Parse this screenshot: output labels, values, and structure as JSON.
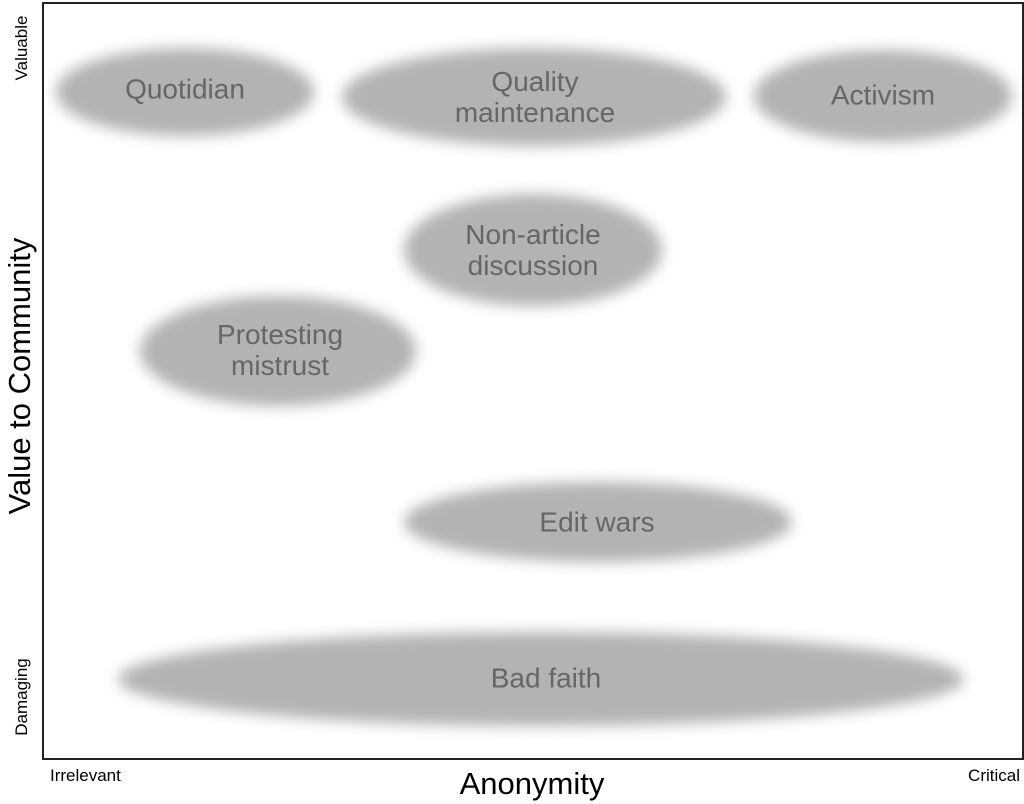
{
  "diagram": {
    "x_axis": {
      "title": "Anonymity",
      "low_label": "Irrelevant",
      "high_label": "Critical"
    },
    "y_axis": {
      "title": "Value to Community",
      "low_label": "Damaging",
      "high_label": "Valuable"
    },
    "colors": {
      "blob_fill": "#b3b3b3",
      "blob_text": "#666666",
      "frame": "#222222"
    },
    "regions": [
      {
        "id": "quotidian",
        "label": "Quotidian"
      },
      {
        "id": "quality-maintenance",
        "label": "Quality\nmaintenance"
      },
      {
        "id": "activism",
        "label": "Activism"
      },
      {
        "id": "non-article-discussion",
        "label": "Non-article\ndiscussion"
      },
      {
        "id": "protesting-mistrust",
        "label": "Protesting\nmistrust"
      },
      {
        "id": "edit-wars",
        "label": "Edit wars"
      },
      {
        "id": "bad-faith",
        "label": "Bad faith"
      }
    ]
  }
}
